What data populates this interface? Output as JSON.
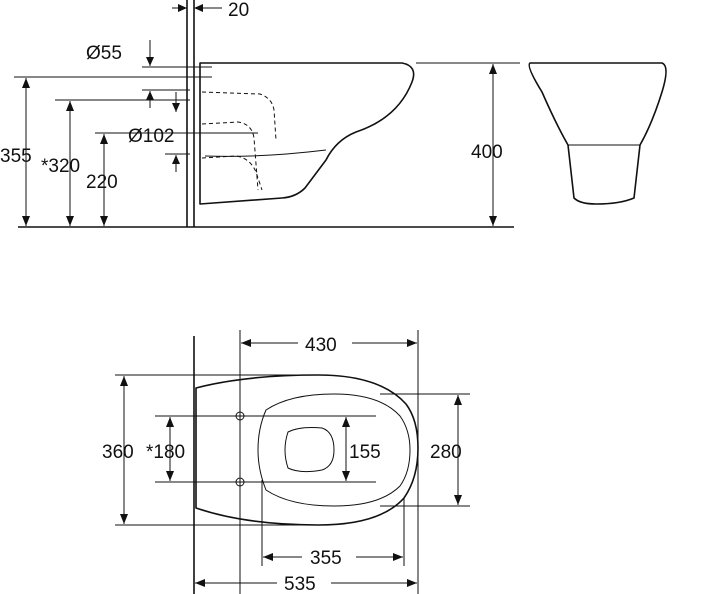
{
  "side_view": {
    "labels": {
      "wall_offset": "20",
      "pipe_diameter_small": "Ø55",
      "pipe_diameter_large": "Ø102",
      "total_height": "355",
      "fixing_height": "*320",
      "outlet_height": "220",
      "bowl_height": "400"
    }
  },
  "plan_view": {
    "labels": {
      "depth": "430",
      "width": "360",
      "fixing_spacing": "*180",
      "seat_opening": "155",
      "bowl_width": "280",
      "bowl_depth": "355",
      "total_length": "535"
    }
  }
}
